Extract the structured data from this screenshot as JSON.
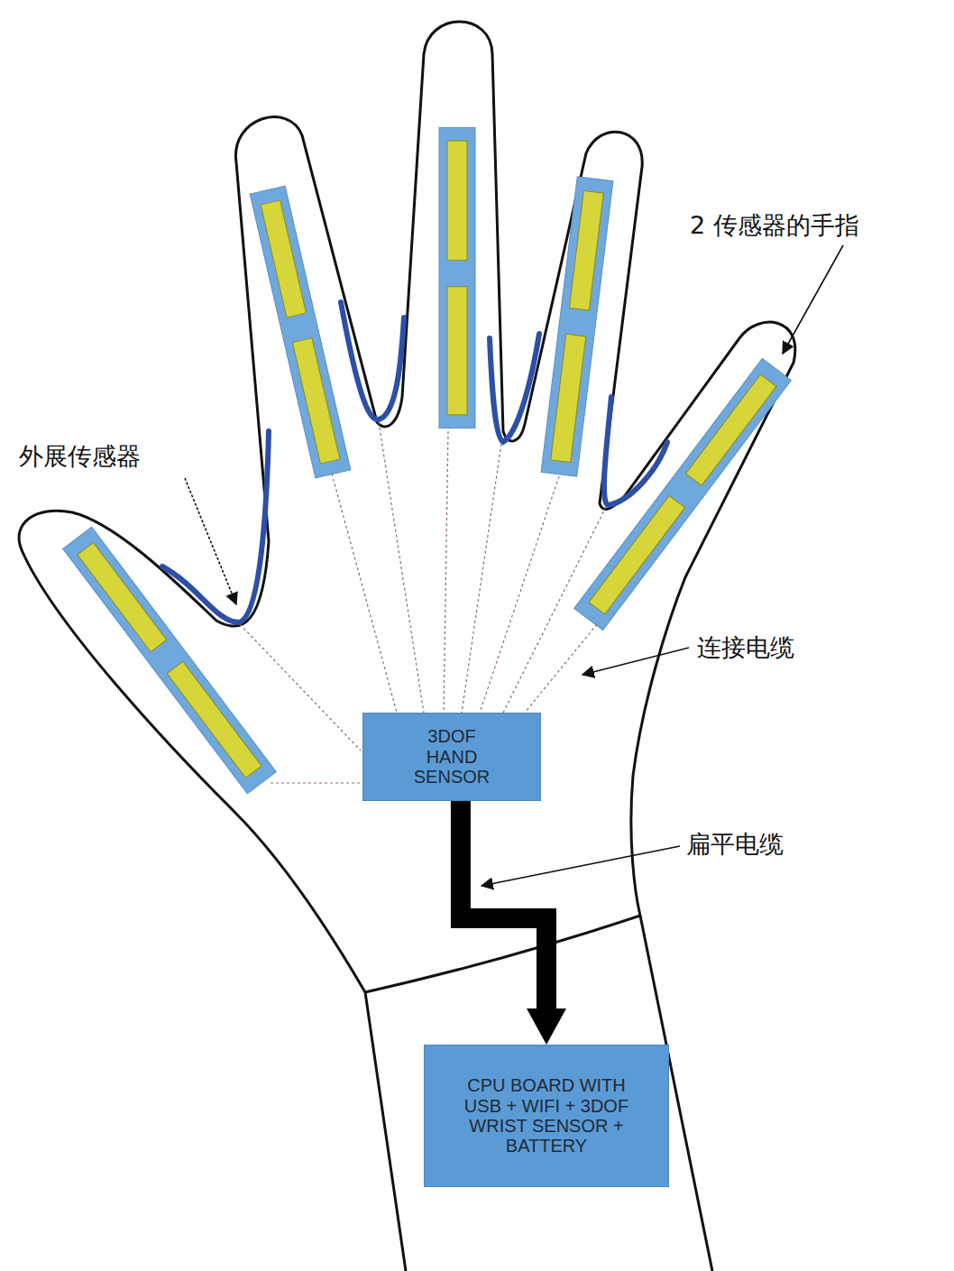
{
  "diagram": {
    "nodes": [
      {
        "text": [
          "3DOF HAND SENSOR"
        ]
      },
      {
        "text": [
          "CPU BOARD WITH USB + WIFI + 3DOF WRIST SENSOR + BATTERY"
        ]
      }
    ],
    "edges": [
      {
        "from": 0,
        "to": 1,
        "arrow": "to"
      }
    ],
    "labels": [
      "2 传感器的手指",
      "外展传感器",
      "连接电缆",
      "扁平电缆"
    ]
  }
}
